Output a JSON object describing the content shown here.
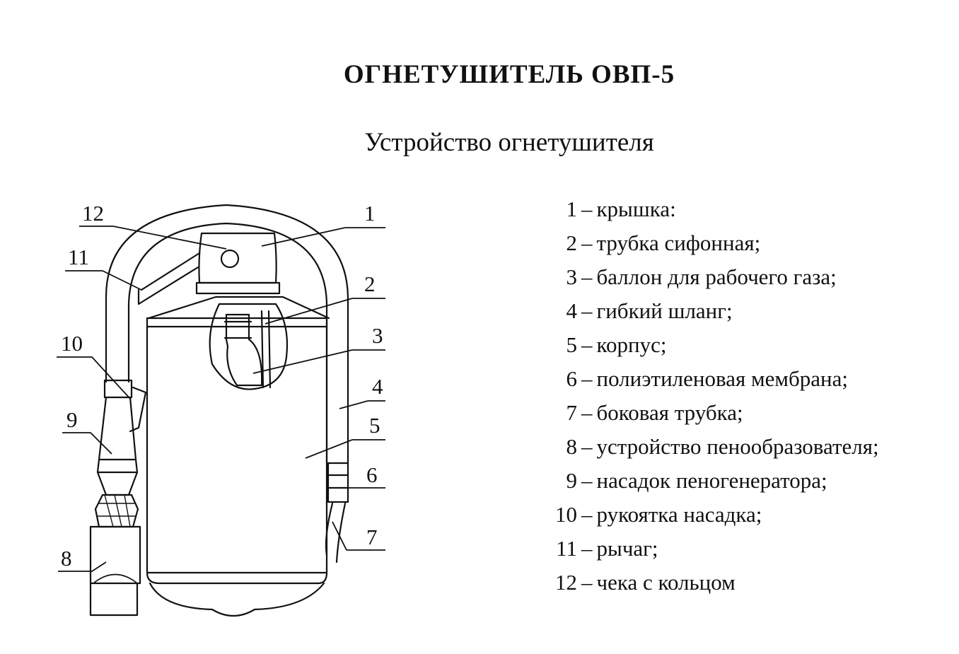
{
  "title": "ОГНЕТУШИТЕЛЬ ОВП-5",
  "subtitle": "Устройство огнетушителя",
  "callouts": [
    "1",
    "2",
    "3",
    "4",
    "5",
    "6",
    "7",
    "8",
    "9",
    "10",
    "11",
    "12"
  ],
  "legend": [
    {
      "num": "1",
      "sep": "–",
      "text": "крышка:"
    },
    {
      "num": "2",
      "sep": "–",
      "text": "трубка сифонная;"
    },
    {
      "num": "3",
      "sep": "–",
      "text": "баллон для рабочего газа;"
    },
    {
      "num": "4",
      "sep": "–",
      "text": "гибкий шланг;"
    },
    {
      "num": "5",
      "sep": "–",
      "text": "корпус;"
    },
    {
      "num": "6",
      "sep": "–",
      "text": "полиэтиленовая мембрана;"
    },
    {
      "num": "7",
      "sep": "–",
      "text": "боковая трубка;"
    },
    {
      "num": "8",
      "sep": "–",
      "text": "устройство пенообразователя;"
    },
    {
      "num": "9",
      "sep": "–",
      "text": "насадок  пеногенератора;"
    },
    {
      "num": "10",
      "sep": "–",
      "text": "рукоятка насадка;"
    },
    {
      "num": "11",
      "sep": "–",
      "text": "рычаг;"
    },
    {
      "num": "12",
      "sep": "–",
      "text": "чека с кольцом"
    }
  ]
}
